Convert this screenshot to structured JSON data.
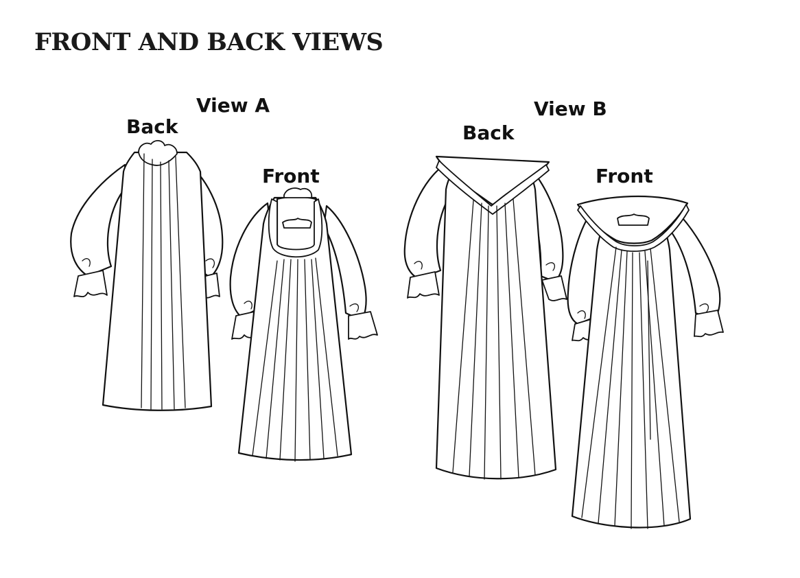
{
  "title": "FRONT AND BACK VIEWS",
  "views": [
    {
      "name": "View A",
      "labels": {
        "back": "Back",
        "front": "Front"
      }
    },
    {
      "name": "View B",
      "labels": {
        "back": "Back",
        "front": "Front"
      }
    }
  ],
  "colors": {
    "ink": "#111111",
    "paper": "#ffffff"
  }
}
